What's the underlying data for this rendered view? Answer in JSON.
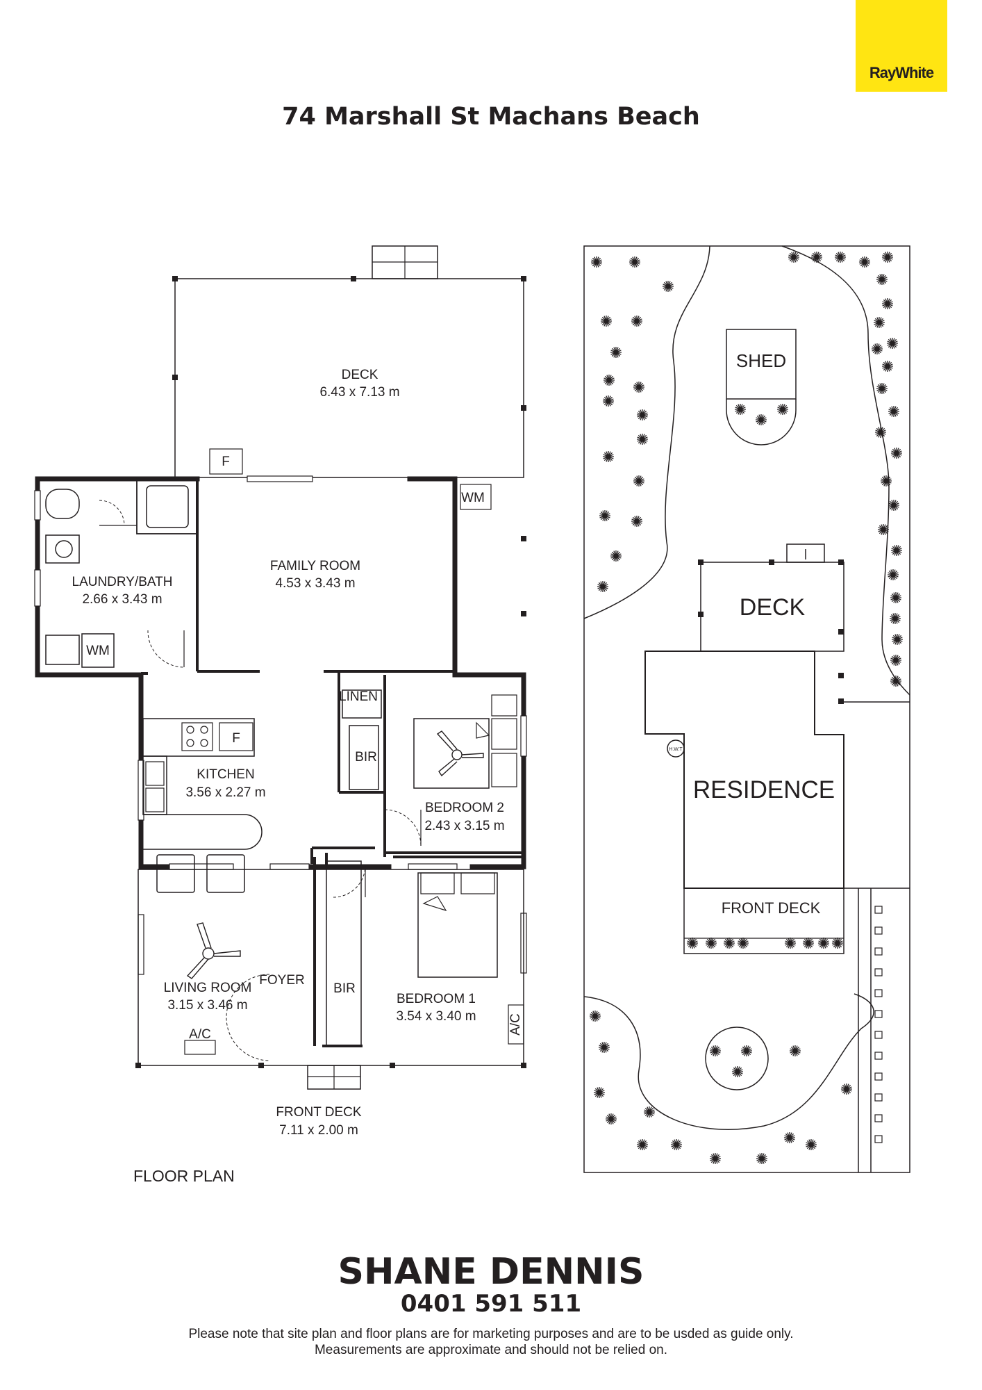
{
  "brand": {
    "logo_text": "RayWhite",
    "logo_color": "#ffe512"
  },
  "title": "74 Marshall St Machans Beach",
  "floor_plan": {
    "label": "FLOOR PLAN",
    "rooms": [
      {
        "name": "DECK",
        "size": "6.43 x 7.13 m"
      },
      {
        "name": "LAUNDRY/BATH",
        "size": "2.66 x 3.43 m"
      },
      {
        "name": "FAMILY ROOM",
        "size": "4.53 x 3.43 m"
      },
      {
        "name": "KITCHEN",
        "size": "3.56 x 2.27 m"
      },
      {
        "name": "BEDROOM 2",
        "size": "2.43 x 3.15 m"
      },
      {
        "name": "LIVING ROOM",
        "size": "3.15 x 3.46 m"
      },
      {
        "name": "BEDROOM 1",
        "size": "3.54 x 3.40 m"
      },
      {
        "name": "FRONT DECK",
        "size": "7.11 x 2.00 m"
      }
    ],
    "labels": {
      "foyer": "FOYER",
      "linen": "LINEN",
      "bir": "BIR",
      "wm": "WM",
      "f": "F",
      "ac": "A/C"
    }
  },
  "site_plan": {
    "shed": "SHED",
    "deck": "DECK",
    "residence": "RESIDENCE",
    "front_deck": "FRONT DECK",
    "hwt": "H.W.T"
  },
  "agent": {
    "name": "SHANE DENNIS",
    "phone": "0401 591 511"
  },
  "disclaimer": [
    "Please note that site plan and floor plans are for marketing purposes and are to be usded as guide only.",
    "Measurements are approximate and should not be relied on."
  ]
}
